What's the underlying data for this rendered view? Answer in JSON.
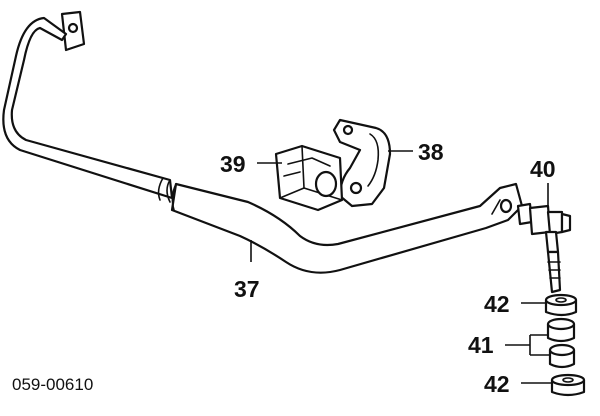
{
  "figure": {
    "code": "059-00610",
    "callouts": {
      "p37": "37",
      "p38": "38",
      "p39": "39",
      "p40": "40",
      "p41": "41",
      "p42_top": "42",
      "p42_bottom": "42"
    }
  }
}
